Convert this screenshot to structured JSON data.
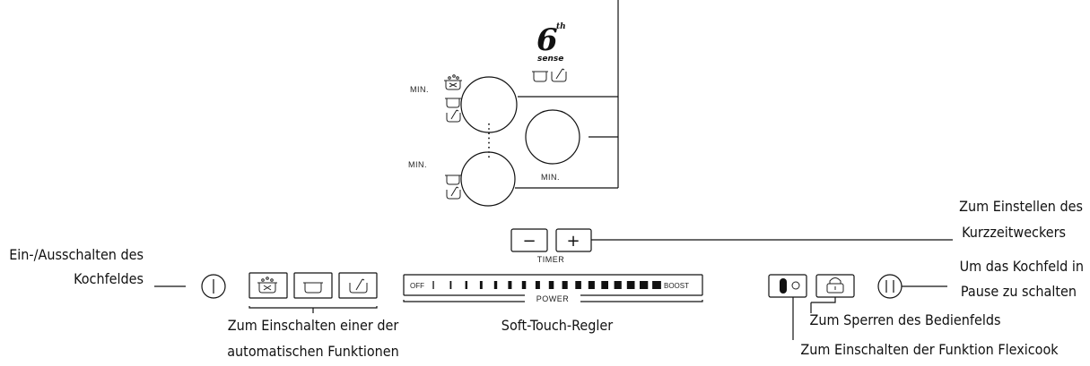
{
  "logo": {
    "number": "6",
    "suffix": "th",
    "word": "sense"
  },
  "zones": {
    "min_label": "MIN."
  },
  "controls": {
    "timer": {
      "minus": "−",
      "plus": "+",
      "label": "TIMER"
    },
    "power": {
      "off": "OFF",
      "boost": "BOOST",
      "label": "POWER",
      "level_count": 17
    }
  },
  "annotations": {
    "onoff": [
      "Ein-/Ausschalten des",
      "Kochfeldes"
    ],
    "auto": [
      "Zum Einschalten einer der",
      "automatischen Funktionen"
    ],
    "slider": "Soft-Touch-Regler",
    "timer": [
      "Zum Einstellen des",
      "Kurzzeitweckers"
    ],
    "pause": [
      "Um das Kochfeld in",
      "Pause zu schalten"
    ],
    "lock": "Zum Sperren des Bedienfelds",
    "flexicook": "Zum Einschalten der Funktion Flexicook"
  },
  "icons": [
    "boil-icon",
    "pot-icon",
    "pan-icon",
    "power-icon",
    "pause-icon",
    "lock-icon",
    "flexicook-icon"
  ]
}
